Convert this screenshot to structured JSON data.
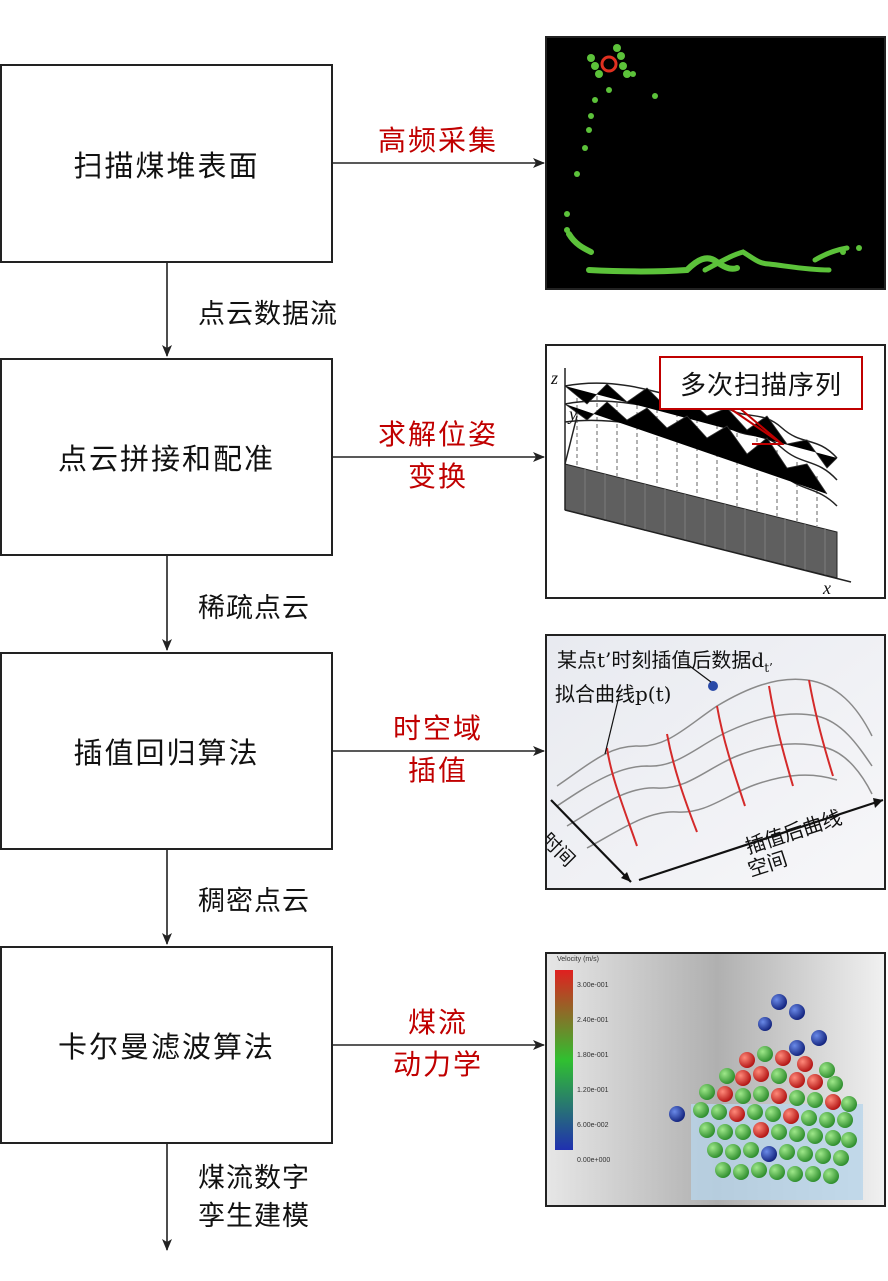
{
  "steps": [
    {
      "label": "扫描煤堆表面",
      "method": "高频采集"
    },
    {
      "label": "点云拼接和配准",
      "method_line1": "求解位姿",
      "method_line2": "变换"
    },
    {
      "label": "插值回归算法",
      "method_line1": "时空域",
      "method_line2": "插值"
    },
    {
      "label": "卡尔曼滤波算法",
      "method_line1": "煤流",
      "method_line2": "动力学"
    }
  ],
  "flows": {
    "f1": "点云数据流",
    "f2": "稀疏点云",
    "f3": "稠密点云",
    "f4_line1": "煤流数字",
    "f4_line2": "孪生建模"
  },
  "panels": {
    "p2": {
      "callout": "多次扫描序列",
      "axis_z": "z",
      "axis_y": "y",
      "axis_x": "x"
    },
    "p3": {
      "ann1": "某点t’时刻插值后数据d",
      "ann1_sub": "t’",
      "ann2": "拟合曲线p(t)",
      "axis_time": "时间",
      "axis_space": "空间",
      "ann3": "插值后曲线"
    },
    "p4": {
      "legend_title": "Velocity (m/s)",
      "legend_ticks": [
        "3.00e-001",
        "2.40e-001",
        "1.80e-001",
        "1.20e-001",
        "6.00e-002",
        "0.00e+000"
      ]
    }
  },
  "colors": {
    "method_text": "#c00000",
    "point_green": "#5cc23a"
  }
}
